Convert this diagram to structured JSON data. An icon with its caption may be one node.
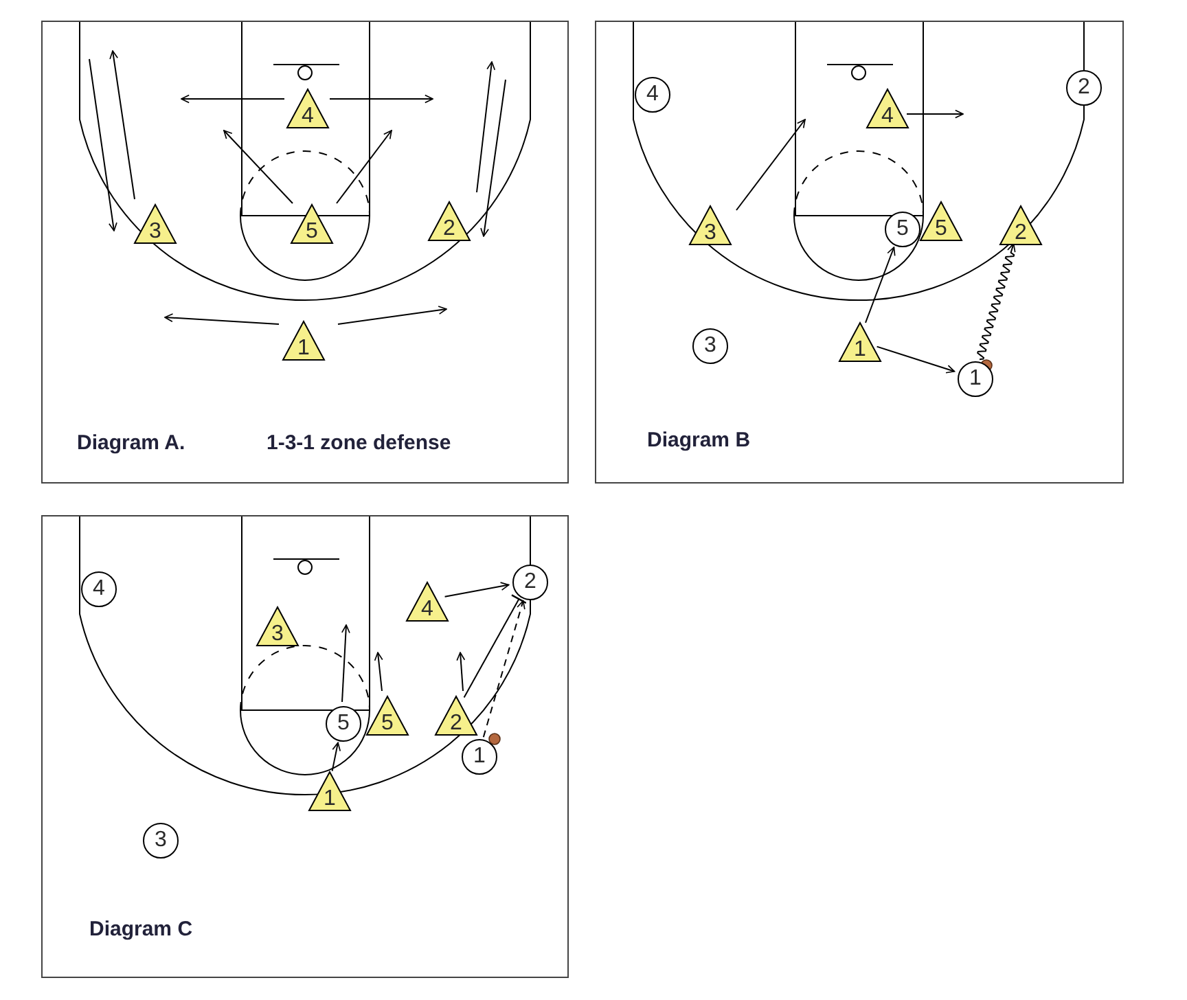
{
  "diagram": {
    "nodes": [
      {
        "text": [
          "Diagram A.",
          "1-3-1 zone defense"
        ]
      },
      {
        "text": [
          "4"
        ],
        "in": 0
      },
      {
        "text": [
          "3"
        ],
        "in": 0
      },
      {
        "text": [
          "5"
        ],
        "in": 0
      },
      {
        "text": [
          "2"
        ],
        "in": 0
      },
      {
        "text": [
          "1"
        ],
        "in": 0
      },
      {
        "text": [
          "Diagram B"
        ]
      },
      {
        "text": [
          "4"
        ],
        "in": 6
      },
      {
        "text": [
          "2"
        ],
        "in": 6
      },
      {
        "text": [
          "4"
        ],
        "in": 6
      },
      {
        "text": [
          "3"
        ],
        "in": 6
      },
      {
        "text": [
          "5"
        ],
        "in": 6
      },
      {
        "text": [
          "5"
        ],
        "in": 6
      },
      {
        "text": [
          "2"
        ],
        "in": 6
      },
      {
        "text": [
          "1"
        ],
        "in": 6
      },
      {
        "text": [
          "3"
        ],
        "in": 6
      },
      {
        "text": [
          "1"
        ],
        "in": 6
      },
      {
        "text": [
          "Diagram C"
        ]
      },
      {
        "text": [
          "4"
        ],
        "in": 17
      },
      {
        "text": [
          "2"
        ],
        "in": 17
      },
      {
        "text": [
          "4"
        ],
        "in": 17
      },
      {
        "text": [
          "3"
        ],
        "in": 17
      },
      {
        "text": [
          "5"
        ],
        "in": 17
      },
      {
        "text": [
          "5"
        ],
        "in": 17
      },
      {
        "text": [
          "2"
        ],
        "in": 17
      },
      {
        "text": [
          "1"
        ],
        "in": 17
      },
      {
        "text": [
          "1"
        ],
        "in": 17
      },
      {
        "text": [
          "3"
        ],
        "in": 17
      }
    ],
    "edges": [
      {
        "from": 1,
        "to": null,
        "arrow": "to"
      },
      {
        "from": 1,
        "to": null,
        "arrow": "to"
      },
      {
        "from": 3,
        "to": null,
        "arrow": "to"
      },
      {
        "from": 3,
        "to": null,
        "arrow": "to"
      },
      {
        "from": 2,
        "to": null,
        "arrow": "to"
      },
      {
        "from": null,
        "to": 2,
        "arrow": "to"
      },
      {
        "from": 4,
        "to": null,
        "arrow": "to"
      },
      {
        "from": null,
        "to": 4,
        "arrow": "to"
      },
      {
        "from": 5,
        "to": null,
        "arrow": "to"
      },
      {
        "from": 5,
        "to": null,
        "arrow": "to"
      },
      {
        "from": 10,
        "to": null,
        "arrow": "to"
      },
      {
        "from": 9,
        "to": null,
        "arrow": "to"
      },
      {
        "from": 14,
        "to": 11,
        "arrow": "to"
      },
      {
        "from": 14,
        "to": 16,
        "arrow": "to"
      },
      {
        "from": 16,
        "to": 13,
        "arrow": "to"
      },
      {
        "from": 20,
        "to": 19,
        "arrow": "to"
      },
      {
        "from": 24,
        "to": null,
        "arrow": "to"
      },
      {
        "from": 24,
        "to": 19,
        "arrow": "other"
      },
      {
        "from": 25,
        "to": 19,
        "arrow": "to",
        "style": "dashed"
      },
      {
        "from": 23,
        "to": null,
        "arrow": "to"
      },
      {
        "from": 22,
        "to": null,
        "arrow": "to"
      },
      {
        "from": 26,
        "to": 22,
        "arrow": "to"
      }
    ]
  }
}
